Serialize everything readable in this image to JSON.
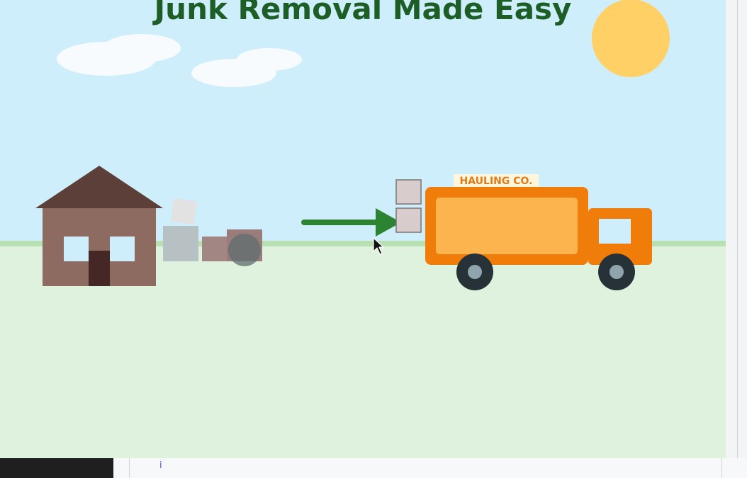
{
  "scene": {
    "title": "Junk Removal Made Easy",
    "truck_label": "HAULING CO."
  },
  "bottom_panel": {
    "glyph": "i"
  },
  "colors": {
    "sky": "#cfeefb",
    "ground": "#dff2de",
    "title": "#1d5e27",
    "sun": "#fed066",
    "truck": "#f07c0a",
    "truck_cargo": "#fbb44e",
    "arrow": "#2c8432",
    "house_wall": "#8d6b60",
    "house_roof": "#5c3f38"
  },
  "icons": [
    "mouse-cursor-icon",
    "arrow-right-icon"
  ]
}
